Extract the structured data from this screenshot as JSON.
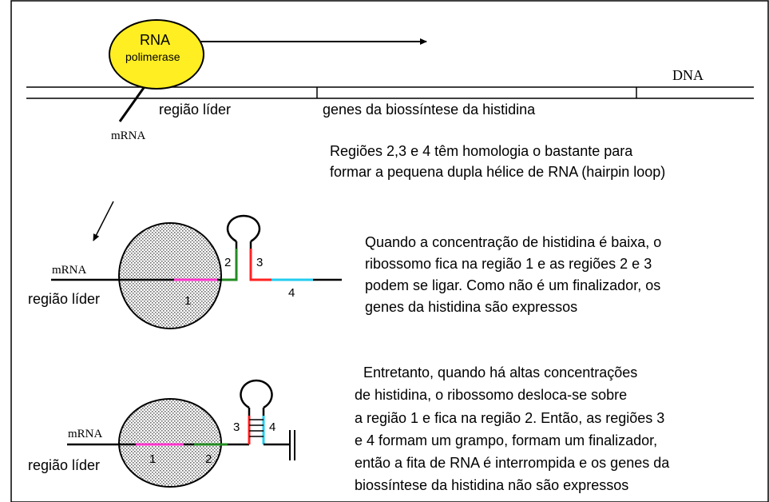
{
  "colors": {
    "rna_polymerase": "#ffee22",
    "region1": "#ff33cc",
    "region2": "#228b22",
    "region3": "#ff2222",
    "region4": "#22ccee",
    "ribosome": "#e8e8e8"
  },
  "top": {
    "polymerase_line1": "RNA",
    "polymerase_line2": "polimerase",
    "dna_label": "DNA",
    "leader_label": "região líder",
    "genes_label": "genes da biossíntese da histidina",
    "mrna_label": "mRNA",
    "note_line1": "Regiões 2,3 e 4 têm homologia o bastante para",
    "note_line2": "formar a pequena dupla hélice de RNA (hairpin loop)"
  },
  "panel1": {
    "mrna_label": "mRNA",
    "leader_label": "região líder",
    "num1": "1",
    "num2": "2",
    "num3": "3",
    "num4": "4",
    "text": [
      "Quando a concentração de histidina é baixa, o",
      "ribossomo  fica na região 1 e as regiões 2 e 3",
      "podem se ligar. Como não é um finalizador, os",
      "genes da histidina são expressos"
    ]
  },
  "panel2": {
    "mrna_label": "mRNA",
    "leader_label": "região líder",
    "num1": "1",
    "num2": "2",
    "num3": "3",
    "num4": "4",
    "text": [
      "Entretanto, quando há altas concentrações",
      "de histidina, o ribossomo desloca-se sobre",
      "a região 1 e  fica na região 2. Então, as regiões 3",
      "e 4 formam um grampo, formam um finalizador,",
      "então a fita de RNA é interrompida e os genes da",
      "biossíntese da  histidina não são expressos"
    ]
  }
}
